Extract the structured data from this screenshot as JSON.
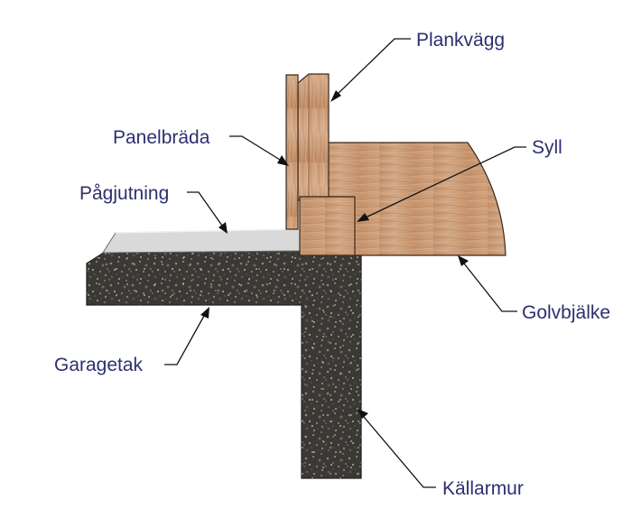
{
  "labels": {
    "plankvagg": "Plankvägg",
    "panelbrada": "Panelbräda",
    "syll": "Syll",
    "pagjutning": "Pågjutning",
    "golvbjalke": "Golvbjälke",
    "garagetak": "Garagetak",
    "kallarmur": "Källarmur"
  },
  "colors": {
    "label_text": "#2e2f6e",
    "wood": "#c99c76",
    "concrete": "#3b3a36",
    "screed": "#d6d6d6"
  }
}
